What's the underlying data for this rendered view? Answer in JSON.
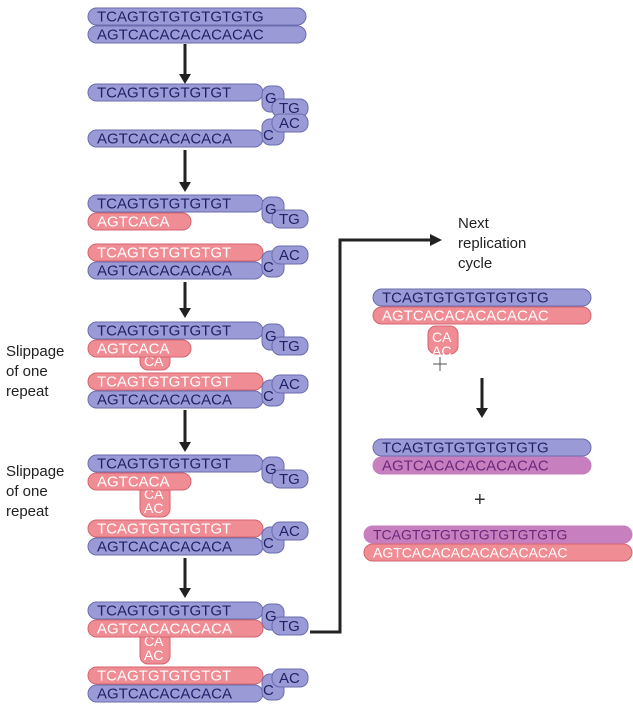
{
  "colors": {
    "blue_strand": "#9a9bd6",
    "blue_edge": "#6b6cae",
    "pink_strand": "#f08c94",
    "pink_edge": "#d46470",
    "purple_strand": "#c77fbf",
    "blue_text": "#1f2266",
    "pink_text": "#ffffff",
    "purple_text": "#6a2a7a",
    "arrow": "#222222"
  },
  "left_steps": [
    {
      "top": "TCAGTGTGTGTGTGTG",
      "bottom": "AGTCACACACACACAC"
    },
    {
      "top": "TCAGTGTGTGTGT",
      "top_loop": [
        "G",
        "TG"
      ],
      "bottom": "AGTCACACACACA",
      "bottom_loop": [
        "C",
        "AC"
      ]
    },
    {
      "top": "TCAGTGTGTGTGT",
      "top_loop": [
        "G",
        "TG"
      ],
      "new1": "AGTCACA",
      "new2": "TCAGTGTGTGTGT",
      "bottom": "AGTCACACACACA",
      "bottom_loop": [
        "C",
        "AC"
      ]
    },
    {
      "top": "TCAGTGTGTGTGT",
      "top_loop": [
        "G",
        "TG"
      ],
      "new1": "AGTCACA",
      "bulge": [
        "CA"
      ],
      "new2": "TCAGTGTGTGTGT",
      "bottom": "AGTCACACACACA",
      "bottom_loop": [
        "C",
        "AC"
      ]
    },
    {
      "top": "TCAGTGTGTGTGT",
      "top_loop": [
        "G",
        "TG"
      ],
      "new1": "AGTCACA",
      "bulge": [
        "CA",
        "AC"
      ],
      "new2": "TCAGTGTGTGTGT",
      "bottom": "AGTCACACACACA",
      "bottom_loop": [
        "C",
        "AC"
      ]
    },
    {
      "top": "TCAGTGTGTGTGT",
      "top_loop": [
        "G",
        "TG"
      ],
      "new1": "AGTCACACACACA",
      "bulge": [
        "CA",
        "AC"
      ],
      "new2": "TCAGTGTGTGTGT",
      "bottom": "AGTCACACACACA",
      "bottom_loop": [
        "C",
        "AC"
      ]
    }
  ],
  "slippage_labels": [
    [
      "Slippage",
      "of one",
      "repeat"
    ],
    [
      "Slippage",
      "of one",
      "repeat"
    ]
  ],
  "next_label": [
    "Next",
    "replication",
    "cycle"
  ],
  "right_block": {
    "top": "TCAGTGTGTGTGTGTG",
    "pink": "AGTCACACACACACAC",
    "bulge": [
      "CA",
      "AC"
    ],
    "daughter1_top": "TCAGTGTGTGTGTGTG",
    "daughter1_bottom": "AGTCACACACACACAC",
    "plus": "+",
    "daughter2_top": "TCAGTGTGTGTGTGTGTGTG",
    "daughter2_bottom": "AGTCACACACACACACACAC"
  }
}
